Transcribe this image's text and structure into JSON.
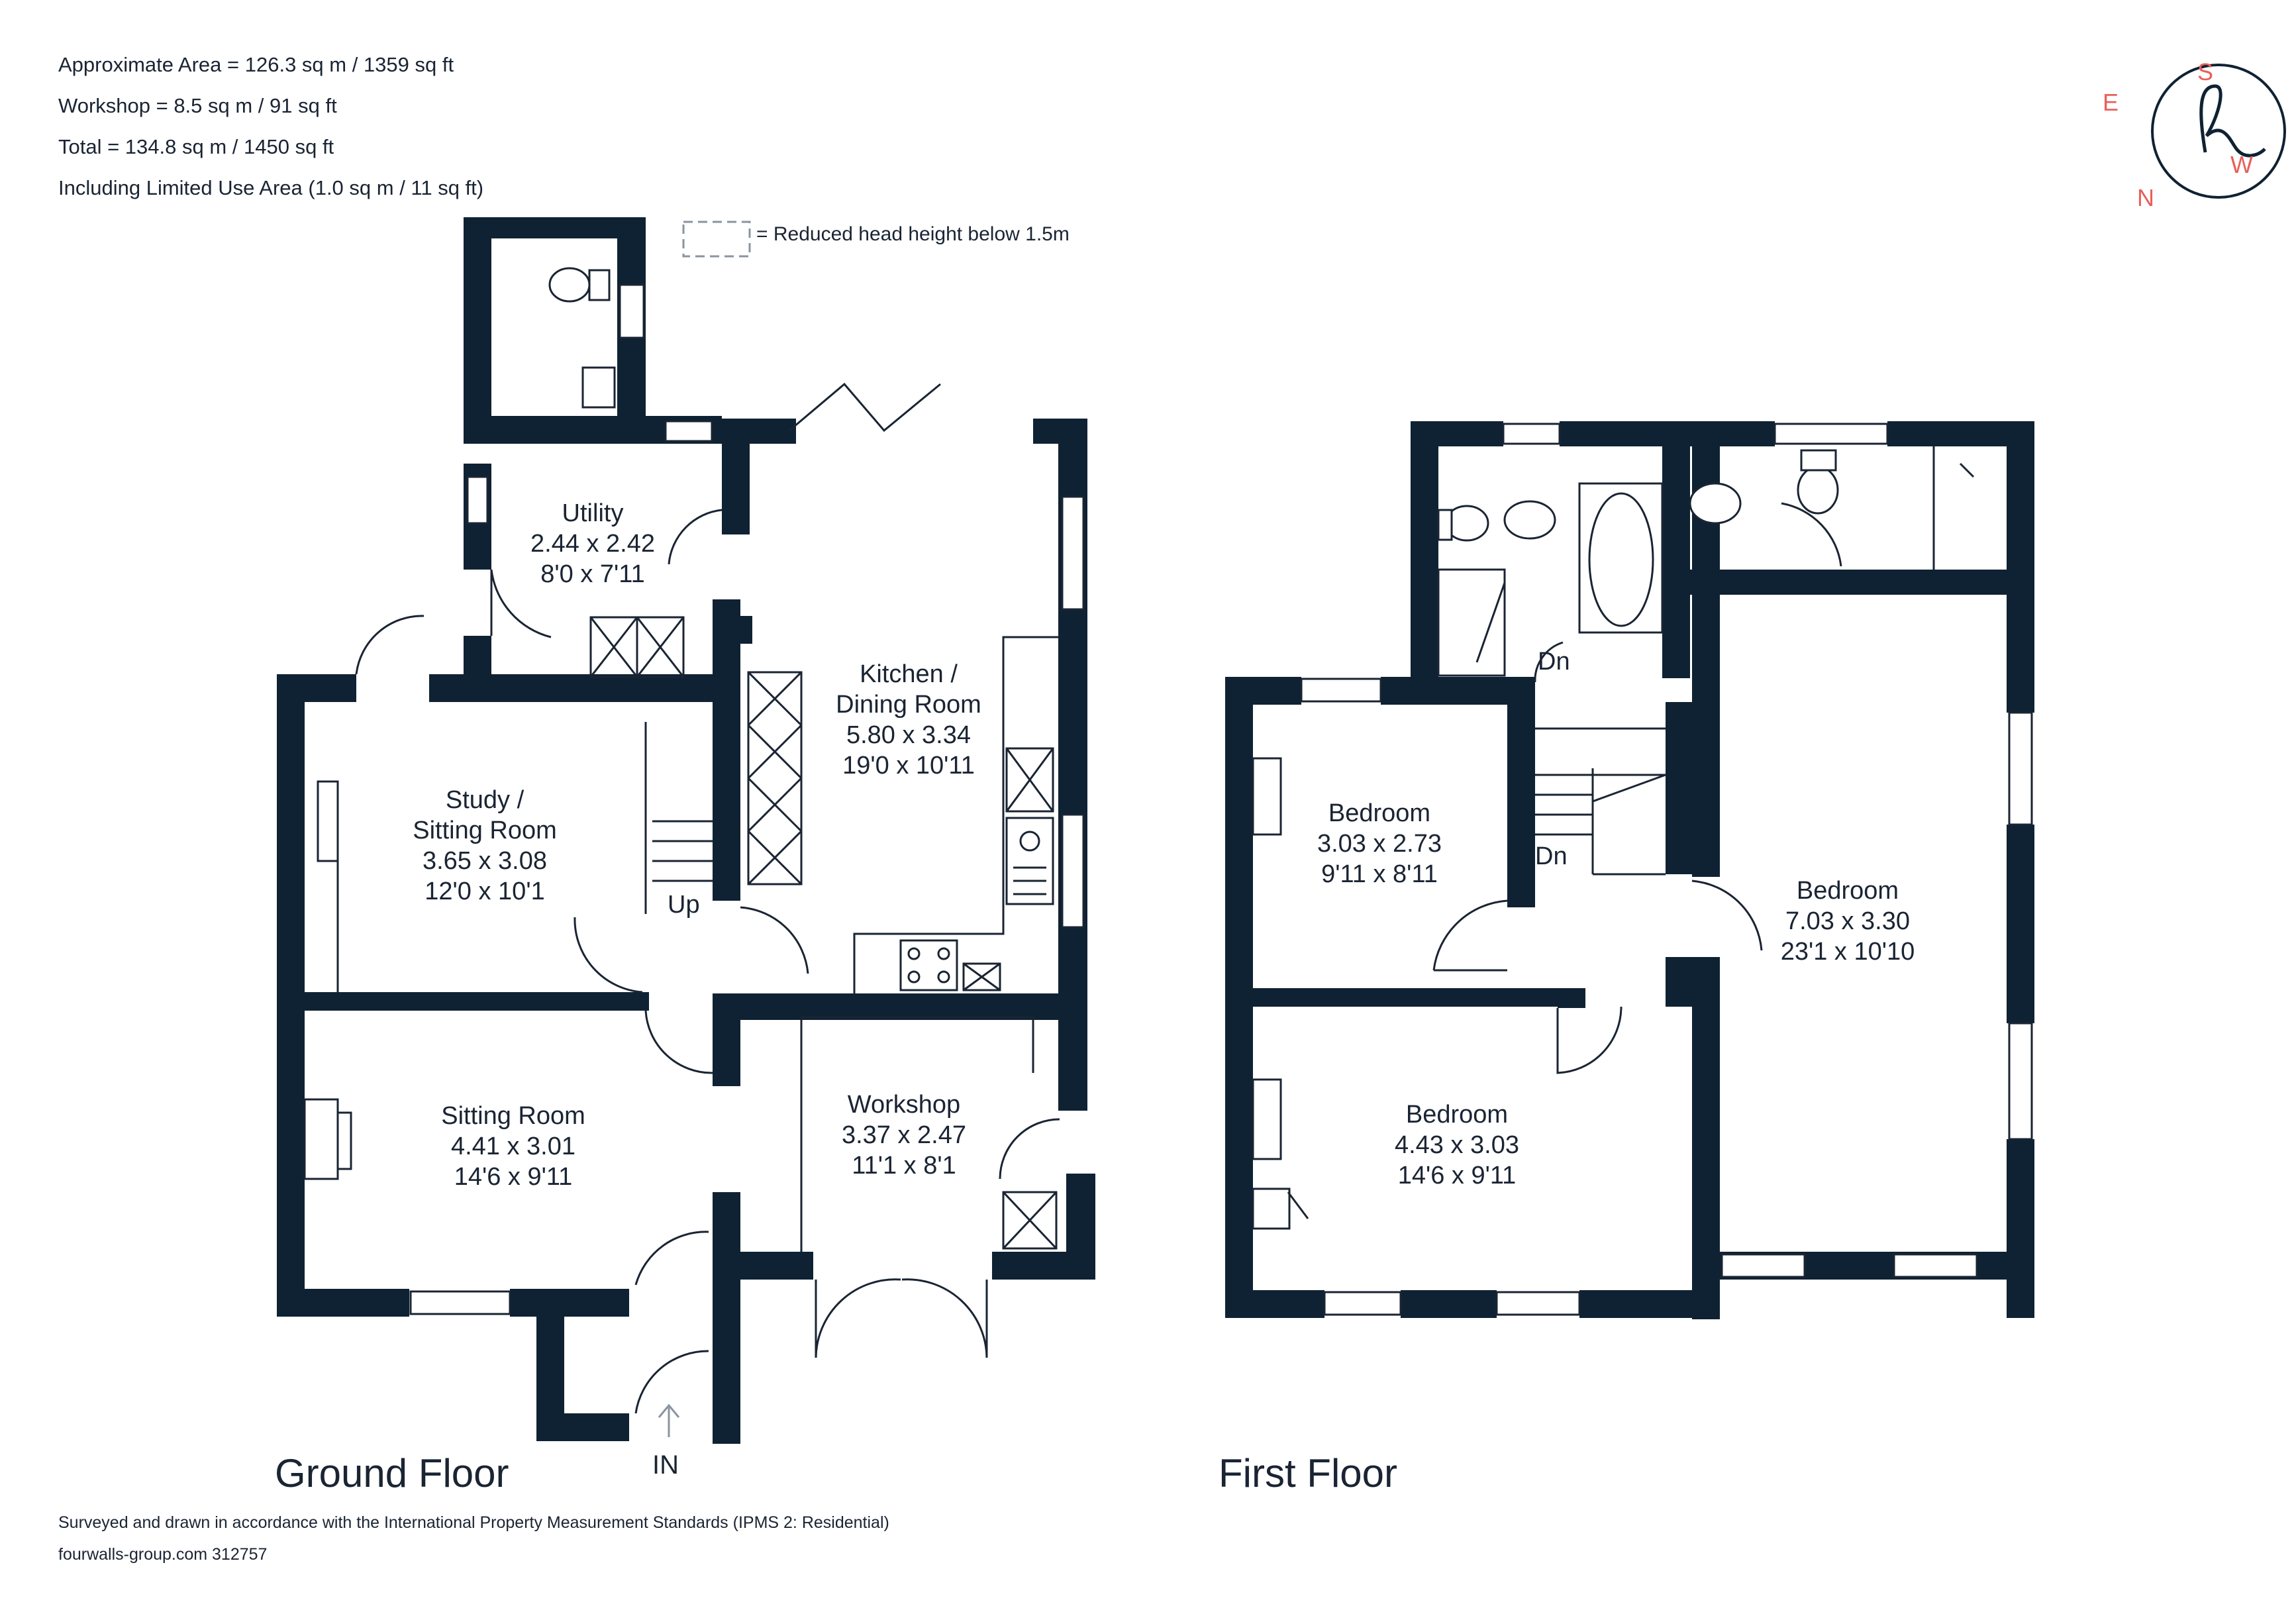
{
  "areas": {
    "approx": "Approximate Area = 126.3 sq m / 1359 sq ft",
    "workshop": "Workshop = 8.5 sq m / 91 sq ft",
    "total": "Total = 134.8 sq m / 1450 sq ft",
    "limited": "Including Limited Use Area (1.0 sq m / 11 sq ft)"
  },
  "legend": {
    "reduced_head_height": "= Reduced head height below 1.5m"
  },
  "compass": {
    "e": "E",
    "s": "S",
    "w": "W",
    "n": "N",
    "logo_letter": "h"
  },
  "ground_floor": {
    "title": "Ground Floor",
    "entrance": "IN",
    "stairs_up": "Up",
    "rooms": {
      "utility": {
        "name": "Utility",
        "metric": "2.44 x 2.42",
        "imperial": "8'0 x 7'11"
      },
      "kitchen": {
        "name1": "Kitchen /",
        "name2": "Dining Room",
        "metric": "5.80 x 3.34",
        "imperial": "19'0 x 10'11"
      },
      "study": {
        "name1": "Study /",
        "name2": "Sitting Room",
        "metric": "3.65 x 3.08",
        "imperial": "12'0 x 10'1"
      },
      "sitting": {
        "name": "Sitting Room",
        "metric": "4.41 x 3.01",
        "imperial": "14'6 x 9'11"
      },
      "workshop": {
        "name": "Workshop",
        "metric": "3.37 x 2.47",
        "imperial": "11'1 x 8'1"
      }
    }
  },
  "first_floor": {
    "title": "First Floor",
    "stairs_down_1": "Dn",
    "stairs_down_2": "Dn",
    "rooms": {
      "bedroom_small": {
        "name": "Bedroom",
        "metric": "3.03 x 2.73",
        "imperial": "9'11 x 8'11"
      },
      "bedroom_large": {
        "name": "Bedroom",
        "metric": "7.03 x 3.30",
        "imperial": "23'1 x 10'10"
      },
      "bedroom_front": {
        "name": "Bedroom",
        "metric": "4.43 x 3.03",
        "imperial": "14'6 x 9'11"
      }
    }
  },
  "footer": {
    "standards": "Surveyed and drawn in accordance with the International Property Measurement Standards (IPMS 2: Residential)",
    "ref": "fourwalls-group.com 312757"
  },
  "colors": {
    "wall": "#0f2233",
    "line": "#1a2433",
    "accent": "#e8605a"
  }
}
